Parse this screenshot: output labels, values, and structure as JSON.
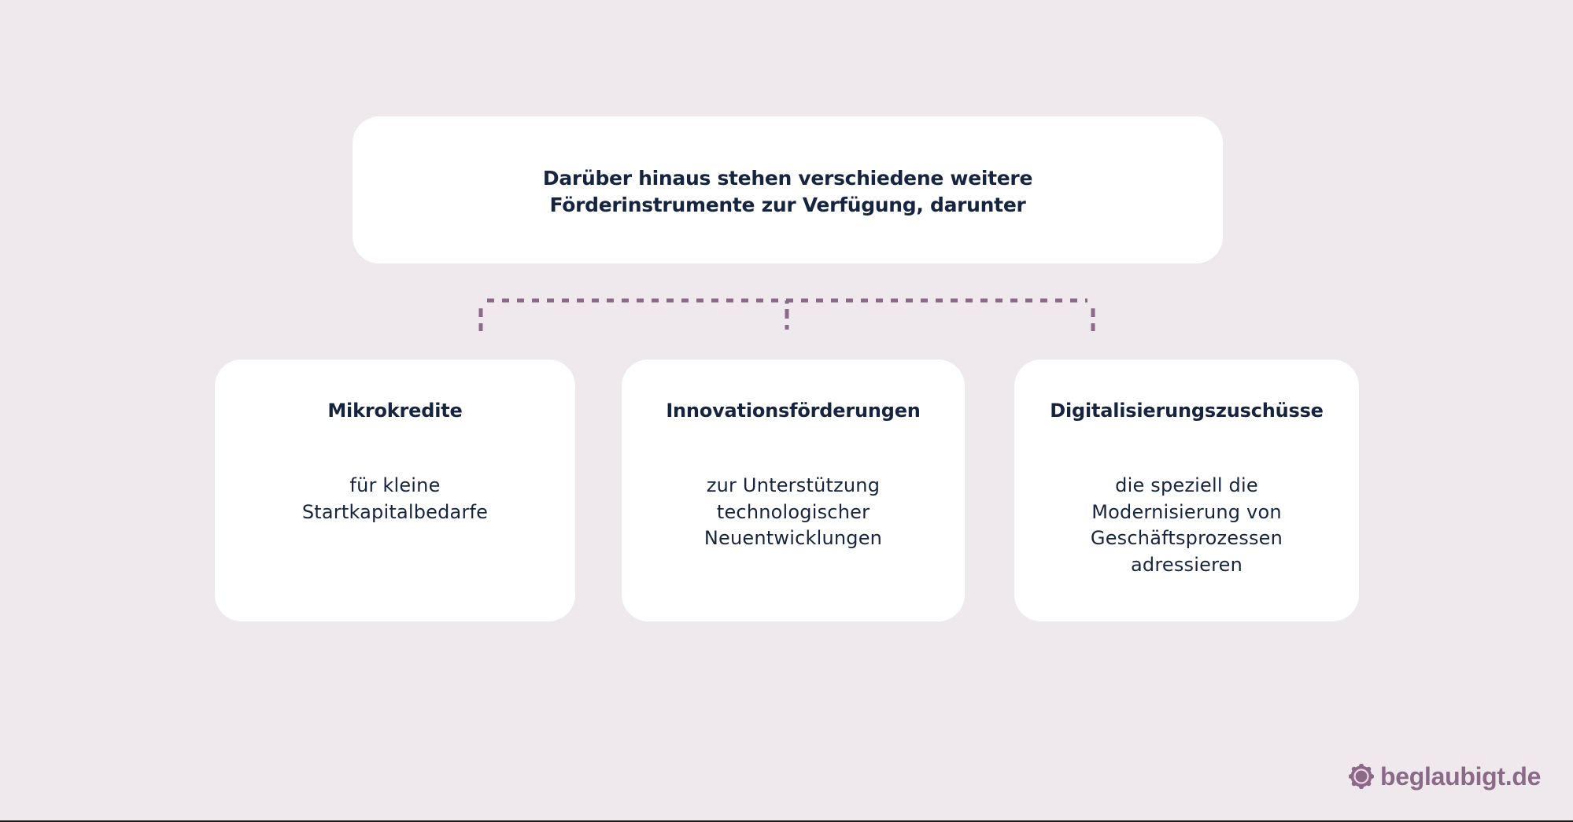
{
  "header": {
    "headline": "Darüber hinaus stehen verschiedene weitere\nFörderinstrumente zur Verfügung, darunter"
  },
  "cards": [
    {
      "title": "Mikrokredite",
      "body": "für kleine\nStartkapitalbedarfe"
    },
    {
      "title": "Innovationsförderungen",
      "body": "zur Unterstützung\ntechnologischer\nNeuentwicklungen"
    },
    {
      "title": "Digitalisierungszuschüsse",
      "body": "die speziell die\nModernisierung von\nGeschäftsprozessen\nadressieren"
    }
  ],
  "connector": {
    "style": "dashed",
    "color": "#8a6a87",
    "icon": "dashed-bracket-connector"
  },
  "branding": {
    "logo_text": "beglaubigt.de",
    "logo_icon": "seal-icon",
    "color": "#8a6a87"
  },
  "colors": {
    "background": "#efe9ed",
    "card": "#ffffff",
    "text": "#16243f",
    "accent": "#8a6a87"
  }
}
